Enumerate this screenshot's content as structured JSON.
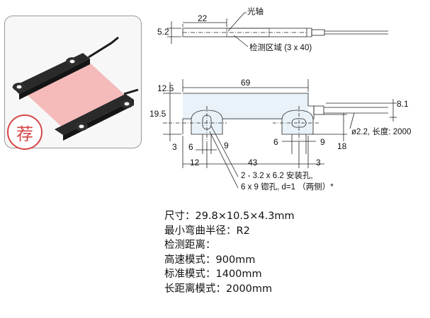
{
  "badge": {
    "text": "荐",
    "color": "#d64545"
  },
  "top_view": {
    "dim_length": "22",
    "dim_thickness": "5.2",
    "label_optical_axis": "光轴",
    "label_detection_area": "检测区域 (3 x 40)"
  },
  "front_view": {
    "dim_total_length": "69",
    "dim_top_offset": "12.5",
    "dim_height": "19.5",
    "dim_bottom": "3",
    "dim_cable_height": "8.1",
    "dim_hole_left_6": "6",
    "dim_hole_left_9": "9",
    "dim_hole_left_12": "12",
    "dim_hole_pitch": "43",
    "dim_hole_right_6": "6",
    "dim_hole_right_9": "9",
    "dim_right_3": "3",
    "dim_right_18": "18",
    "cable_note": "ø2.2, 长度: 2000",
    "hole_note_1": "2 - 3.2 x 6.2 安装孔,",
    "hole_note_2": "6 x 9 锪孔, d=1 （两侧）*"
  },
  "specs": [
    "尺寸：29.8×10.5×4.3mm",
    "最小弯曲半径：R2",
    "检测距离：",
    "高速模式：900mm",
    "标准模式：1400mm",
    "长距离模式：2000mm"
  ],
  "colors": {
    "housing": "#1f1f1f",
    "beam": "#f4a6a6",
    "body_fill": "#e9f2f8"
  }
}
